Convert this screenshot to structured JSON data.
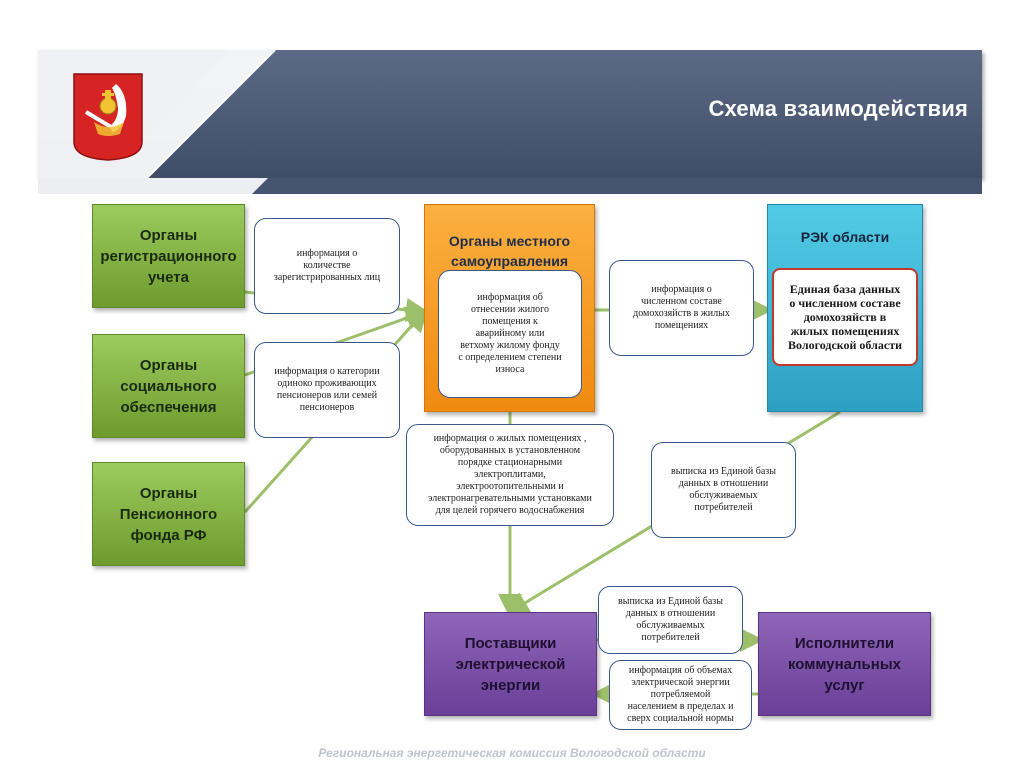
{
  "page": {
    "title": "Схема взаимодействия",
    "footer": "Региональная энергетическая комиссия Вологодской области"
  },
  "logo": {
    "name": "coat-of-arms-emblem"
  },
  "colors": {
    "header": "#4a5874",
    "green": "#8ab84a",
    "orange": "#f79a1f",
    "cyan": "#3bb6d8",
    "purple": "#7b52a8",
    "connector": "#9cbf6a"
  },
  "nodes": {
    "registration": "Органы\nрегистрационного\nучета",
    "social": "Органы\nсоциального\nобеспечения",
    "pension": "Органы\nПенсионного\nфонда РФ",
    "local_gov": "Органы местного\nсамоуправления",
    "rek": "РЭК области",
    "rek_db": "Единая база данных\nо численном составе\nдомохозяйств в\nжилых помещениях\nВологодской области",
    "suppliers": "Поставщики\nэлектрической\nэнергии",
    "executors": "Исполнители\nкоммунальных\nуслуг"
  },
  "notes": {
    "registered_persons": "информация о\nколичестве\nзарегистрированных лиц",
    "pensioner_category": "информация о категории\nодиноко проживающих\nпенсионеров или семей\nпенсионеров",
    "emergency_housing": "информация об\nотнесении жилого\nпомещения к\nаварийному или\nветхому жилому фонду\nс определением степени\nизноса",
    "household_count": "информация о\nчисленном составе\nдомохозяйств в жилых\nпомещениях",
    "equipped_housing": "информация о жилых помещениях ,\nоборудованных в установленном\nпорядке стационарными\nэлектроплитами,\nэлектроотопительными  и\nэлектронагревательными установками\nдля целей горячего водоснабжения",
    "db_extract_right": "выписка из Единой базы\nданных в отношении\nобслуживаемых\nпотребителей",
    "db_extract_bottom": "выписка из Единой базы\nданных в отношении\nобслуживаемых\nпотребителей",
    "consumption_volumes": "информация об объемах\nэлектрической  энергии\nпотребляемой\nнаселением в пределах и\nсверх социальной нормы"
  }
}
